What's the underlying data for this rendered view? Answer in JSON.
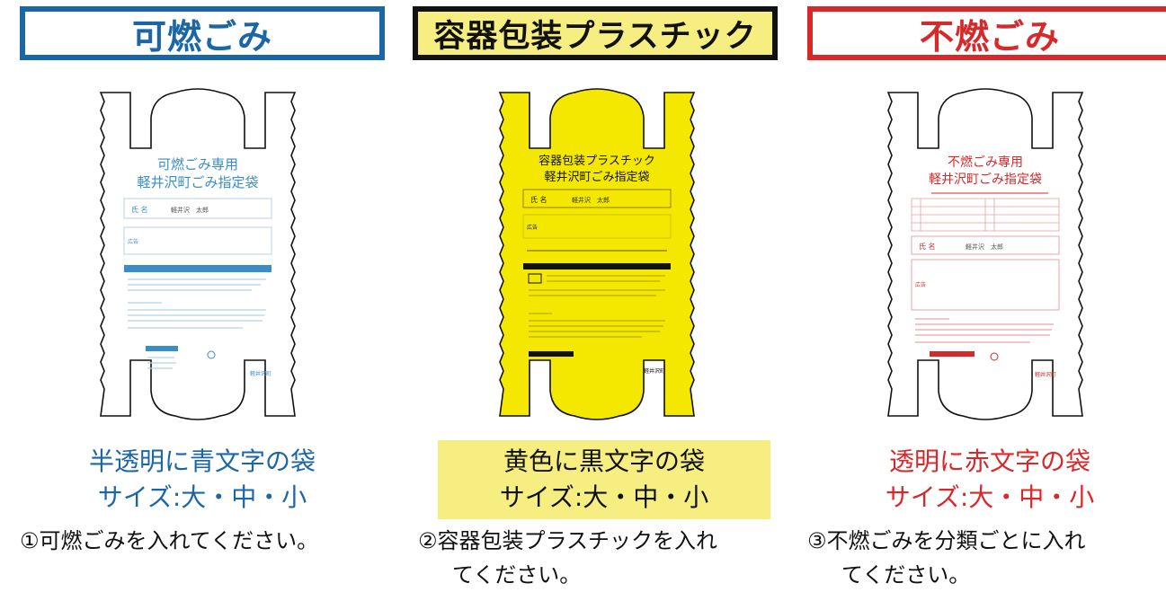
{
  "columns": [
    {
      "header": "可燃ごみ",
      "bag_title1": "可燃ごみ専用",
      "bag_title2": "軽井沢町ごみ指定袋",
      "bag_name_label": "氏 名",
      "bag_name_value": "軽井沢　太郎",
      "bag_ad_label": "広告",
      "bag_footer": "軽井沢町",
      "desc_line1": "半透明に青文字の袋",
      "desc_line2": "サイズ:大・中・小",
      "instr_line1": "①可燃ごみを入れてください。",
      "instr_line2": "",
      "color": "#1a66a6",
      "bag_fill": "#ffffff"
    },
    {
      "header": "容器包装プラスチック",
      "bag_title1": "容器包装プラスチック",
      "bag_title2": "軽井沢町ごみ指定袋",
      "bag_name_label": "氏 名",
      "bag_name_value": "軽井沢　太郎",
      "bag_ad_label": "広告",
      "bag_footer": "軽井沢町",
      "desc_line1": "黄色に黒文字の袋",
      "desc_line2": "サイズ:大・中・小",
      "instr_line1": "②容器包装プラスチックを入れ",
      "instr_line2": "てください。",
      "color": "#111111",
      "bag_fill": "#f5e800"
    },
    {
      "header": "不燃ごみ",
      "bag_title1": "不燃ごみ専用",
      "bag_title2": "軽井沢町ごみ指定袋",
      "bag_name_label": "氏 名",
      "bag_name_value": "軽井沢　太郎",
      "bag_ad_label": "広告",
      "bag_footer": "軽井沢町",
      "desc_line1": "透明に赤文字の袋",
      "desc_line2": "サイズ:大・中・小",
      "instr_line1": "③不燃ごみを分類ごとに入れ",
      "instr_line2": "てください。",
      "color": "#d7282a",
      "bag_fill": "#ffffff"
    }
  ]
}
